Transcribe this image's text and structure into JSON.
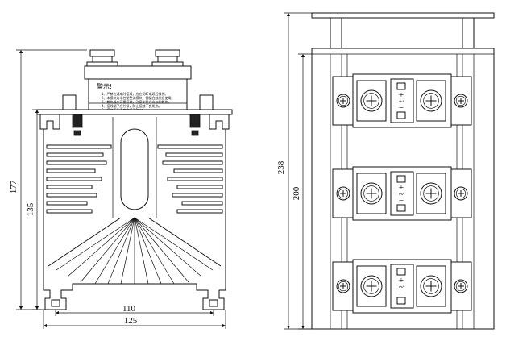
{
  "dimensions": {
    "height_total": "177",
    "height_body": "135",
    "width_inner": "110",
    "width_outer": "125",
    "length_total": "238",
    "length_inner": "200"
  },
  "warning_label": {
    "title": "警示!",
    "lines": [
      "1、严禁在通电时接线，应在切断电源后操作。",
      "2、本模块为半控型整流模块，需配合触发板使用。",
      "3、散热器应可靠接地，注意安装方向以利散热。",
      "4、接线端子应拧紧，防止接触不良发热。",
      "5、模块壳体温度应低于80℃。"
    ]
  },
  "module_marks": {
    "plus": "+",
    "tilde": "~",
    "minus": "−"
  },
  "colors": {
    "line": "#111111",
    "background": "#ffffff",
    "dark_fill": "#222222"
  }
}
